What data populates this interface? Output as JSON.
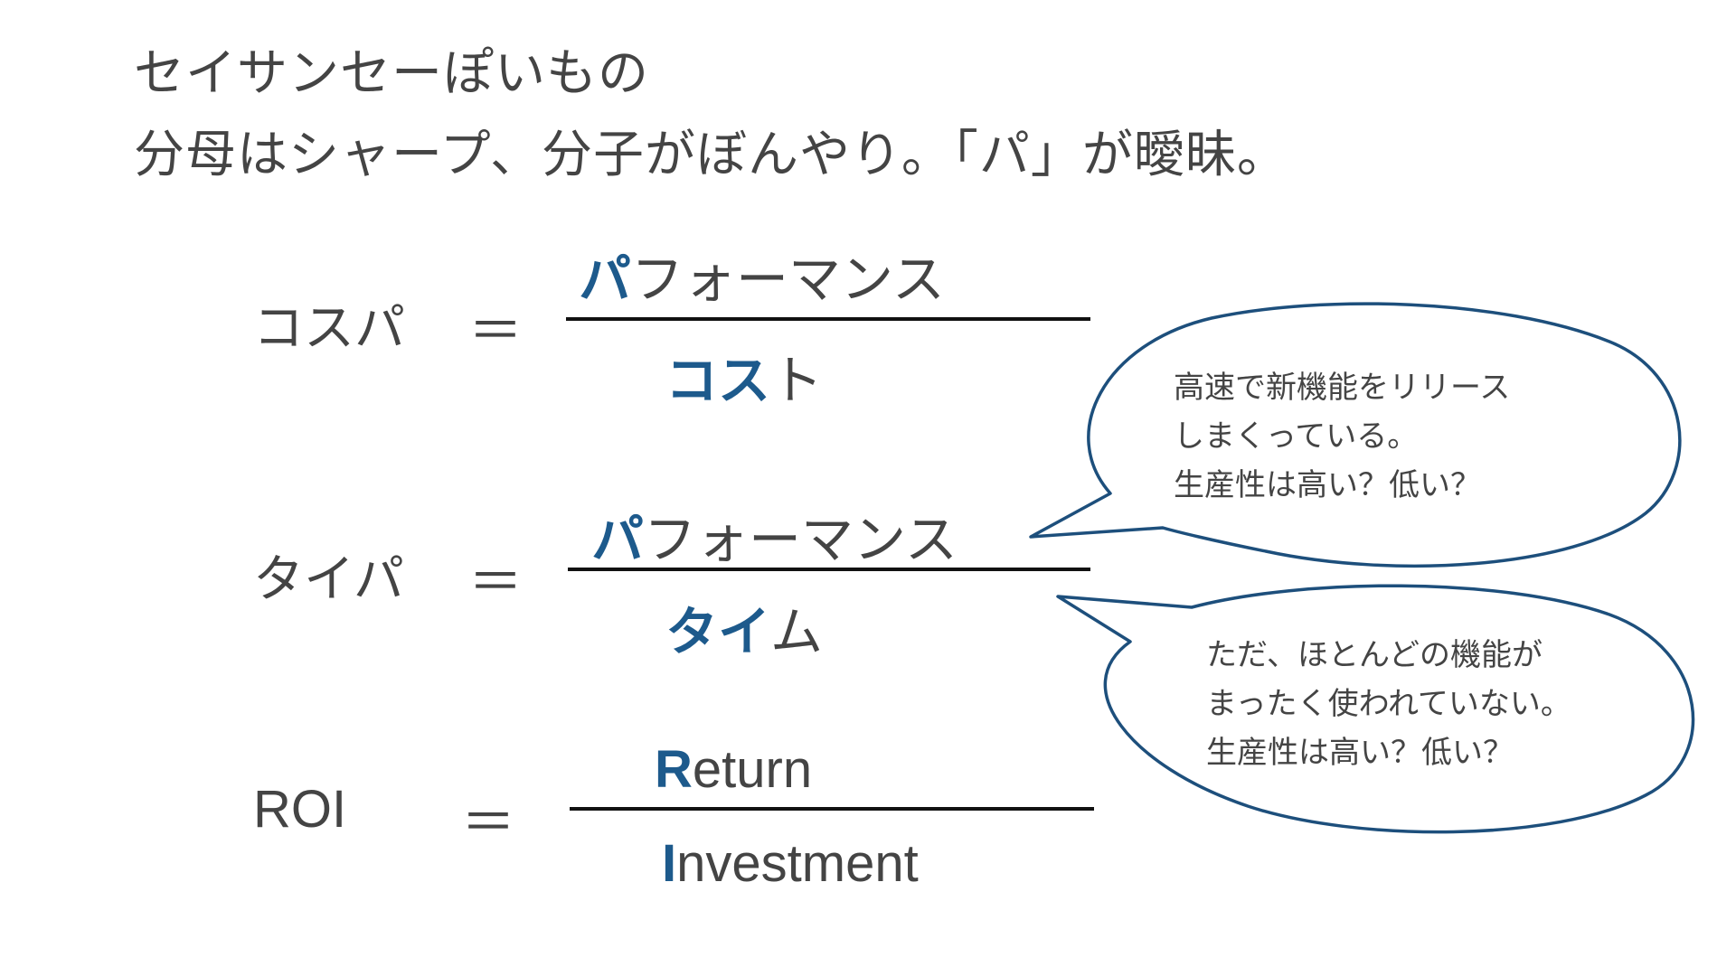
{
  "heading": {
    "line1": "セイサンセーぽいもの",
    "line2": "分母はシャープ、分子がぼんやり。「パ」が曖昧。"
  },
  "formulas": [
    {
      "label": "コスパ",
      "equals": "＝",
      "numerator": {
        "highlight": "パ",
        "rest": "フォーマンス"
      },
      "denominator": {
        "highlight": "コス",
        "rest": "ト"
      }
    },
    {
      "label": "タイパ",
      "equals": "＝",
      "numerator": {
        "highlight": "パ",
        "rest": "フォーマンス"
      },
      "denominator": {
        "highlight": "タイ",
        "rest": "ム"
      }
    },
    {
      "label": "ROI",
      "equals": "＝",
      "numerator": {
        "highlight": "R",
        "rest": "eturn"
      },
      "denominator": {
        "highlight": "I",
        "rest": "nvestment"
      }
    }
  ],
  "bubbles": [
    {
      "lines": [
        "高速で新機能をリリース",
        "しまくっている。",
        "生産性は高い？低い？"
      ]
    },
    {
      "lines": [
        "ただ、ほとんどの機能が",
        "まったく使われていない。",
        "生産性は高い？低い？"
      ]
    }
  ],
  "colors": {
    "text": "#444444",
    "accent": "#1d5a8c",
    "bubble_stroke": "#1d4f7c",
    "rule": "#111111"
  }
}
